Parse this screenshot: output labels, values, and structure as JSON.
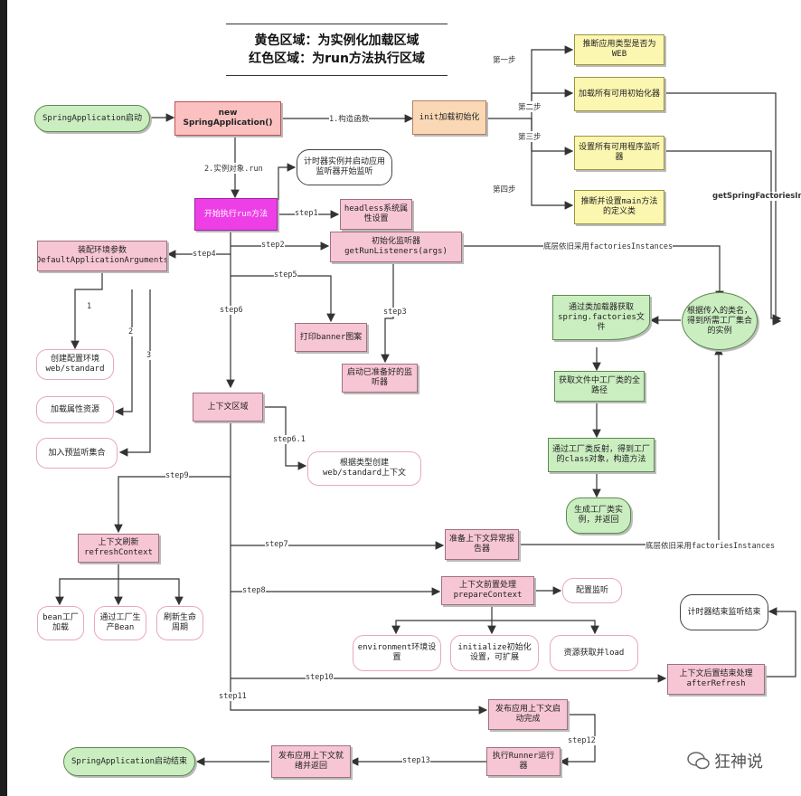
{
  "title": {
    "line1": "黄色区域：为实例化加载区域",
    "line2": "红色区域：为run方法执行区域"
  },
  "nodes": {
    "start": "SpringApplication启动",
    "new_app": "new SpringApplication()",
    "init": "init加载初始化",
    "infer_type": "推断应用类型是否为WEB",
    "load_initializers": "加载所有可用初始化器",
    "set_listeners": "设置所有可用程序监听器",
    "infer_main": "推断并设置main方法的定义类",
    "timer_start": "计时器实例并启动应用监听器开始监听",
    "run": "开始执行run方法",
    "headless": "headless系统属性设置",
    "env_params": "装配环境参数DefaultApplicationArguments",
    "get_run_listeners": "初始化监听器getRunListeners(args)",
    "create_env": "创建配置环境web/standard",
    "load_props": "加载属性资源",
    "add_listeners": "加入预监听集合",
    "print_banner": "打印banner图案",
    "start_listeners": "启动已准备好的监听器",
    "context": "上下文区域",
    "create_context": "根据类型创建web/standard上下文",
    "refresh": "上下文刷新refreshContext",
    "bean_factory": "bean工厂加载",
    "create_bean": "通过工厂生产Bean",
    "refresh_lifecycle": "刷新生命周期",
    "prepare_reporter": "准备上下文异常报告器",
    "prepare_context": "上下文前置处理prepareContext",
    "config_listen": "配置监听",
    "environment": "environment环境设置",
    "initialize": "initialize初始化设置，可扩展",
    "load_resource": "资源获取并load",
    "timer_end": "计时器结束监听结束",
    "after_refresh": "上下文后置结束处理afterRefresh",
    "publish_started": "发布应用上下文启动完成",
    "runner": "执行Runner运行器",
    "publish_ready": "发布应用上下文就绪并返回",
    "end": "SpringApplication启动结束",
    "factory_instance": "根据传入的类名，得到所需工厂集合的实例",
    "classloader": "通过类加载器获取spring.factories文件",
    "factory_path": "获取文件中工厂类的全路径",
    "reflection": "通过工厂类反射，得到工厂的class对象，构造方法",
    "gen_instance": "生成工厂类实例，并返回"
  },
  "labels": {
    "constructor": "1.构造函数",
    "instance_run": "2.实例对象.run",
    "step1_first": "第一步",
    "step2_second": "第二步",
    "step3_third": "第三步",
    "step4_fourth": "第四步",
    "get_factories": "getSpringFactoriesIn",
    "step1": "step1",
    "step2": "step2",
    "step3": "step3",
    "step4": "step4",
    "step5": "step5",
    "step6": "step6",
    "step6_1": "step6.1",
    "step7": "step7",
    "step8": "step8",
    "step9": "step9",
    "step10": "step10",
    "step11": "step11",
    "step12": "step12",
    "step13": "step13",
    "n1": "1",
    "n2": "2",
    "n3": "3",
    "bottom_factories_1": "底层依旧采用factoriesInstances",
    "bottom_factories_2": "底层依旧采用factoriesInstances"
  },
  "watermark": "狂神说",
  "colors": {
    "pink": "#f7c6d5",
    "yellow": "#fbf6b0",
    "green": "#cbeec1",
    "magenta": "#ee3fe6",
    "peach": "#fbd8b5"
  }
}
